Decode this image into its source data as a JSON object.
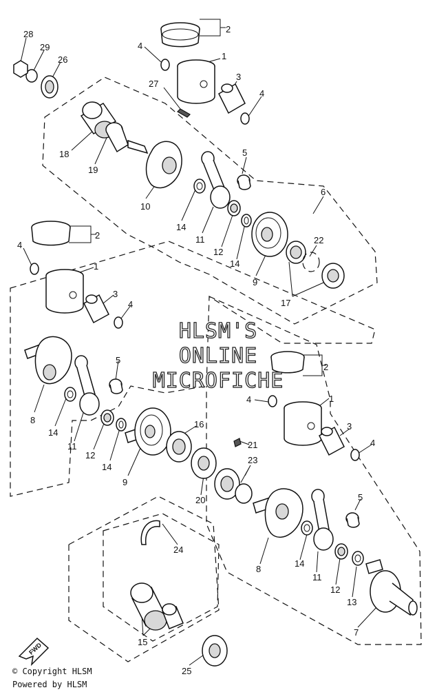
{
  "callouts": {
    "n1": "1",
    "n2": "2",
    "n3": "3",
    "n4": "4",
    "n5": "5",
    "n6": "6",
    "n7": "7",
    "n8": "8",
    "n9": "9",
    "n10": "10",
    "n11": "11",
    "n12": "12",
    "n13": "13",
    "n14": "14",
    "n15": "15",
    "n16": "16",
    "n17": "17",
    "n18": "18",
    "n19": "19",
    "n20": "20",
    "n21": "21",
    "n22": "22",
    "n23": "23",
    "n24": "24",
    "n25": "25",
    "n26": "26",
    "n27": "27",
    "n28": "28",
    "n29": "29"
  },
  "watermark": {
    "line1": "HLSM'S",
    "line2": "ONLINE",
    "line3": "MICROFICHE"
  },
  "fwd_label": "FWD",
  "footer": {
    "copyright": "© Copyright HLSM",
    "powered": "Powered by HLSM"
  }
}
